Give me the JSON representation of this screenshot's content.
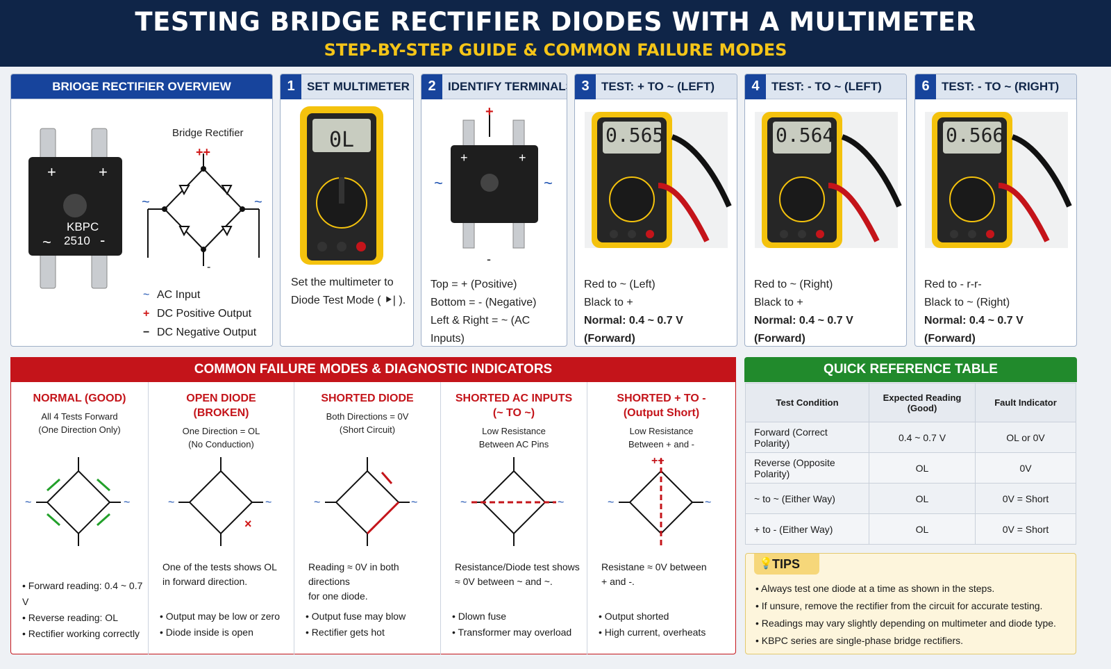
{
  "header": {
    "title": "TESTING BRIDGE RECTIFIER DIODES WITH A MULTIMETER",
    "subtitle": "STEP-BY-STEP GUIDE & COMMON FAILURE MODES"
  },
  "overview": {
    "title": "BRIOGE RECTIFIER OVERVIEW",
    "diagram_label": "Bridge Rectifier",
    "part": "KBPC",
    "part_no": "2510",
    "legend": [
      {
        "sym": "~",
        "text": "AC Input",
        "color": "#1a4fb0"
      },
      {
        "sym": "+",
        "text": "DC Positive Output",
        "color": "#d01818"
      },
      {
        "sym": "−",
        "text": "DC Negative Output",
        "color": "#111"
      }
    ]
  },
  "steps": [
    {
      "num": "1",
      "title": "SET MULTIMETER",
      "reading": "0L",
      "lines": [
        "Set the multimeter to",
        "Diode Test Mode ( ⯈| )."
      ]
    },
    {
      "num": "2",
      "title": "IDENTIFY TERMINALS",
      "lines": [
        "Top = + (Positive)",
        "Bottom = - (Negative)",
        "Left & Right = ~ (AC Inputs)"
      ]
    },
    {
      "num": "3",
      "title": "TEST: + TO ~ (LEFT)",
      "reading": "0.565",
      "lines": [
        "Red to ~ (Left)",
        "Black to +",
        "Normal: 0.4 ~ 0.7 V (Forward)"
      ]
    },
    {
      "num": "4",
      "title": "TEST: - TO ~ (LEFT)",
      "reading": "0.564",
      "lines": [
        "Red to ~ (Right)",
        "Black to +",
        "Normal: 0.4 ~ 0.7 V (Forward)"
      ]
    },
    {
      "num": "6",
      "title": "TEST: - TO ~ (RIGHT)",
      "reading": "0.566",
      "lines": [
        "Red to - r-r-",
        "Black to ~ (Right)",
        "Normal: 0.4 ~ 0.7 V (Forward)"
      ]
    }
  ],
  "failures": {
    "title": "COMMON FAILURE MODES & DIAGNOSTIC INDICATORS",
    "modes": [
      {
        "title": "NORMAL (GOOD)",
        "sub": "All 4 Tests Forward\n(One Direction Only)",
        "desc": "",
        "bullets": [
          "Forward reading: 0.4 ~ 0.7 V",
          "Reverse reading: OL",
          "Rectifier working correctly"
        ]
      },
      {
        "title": "OPEN DIODE\n(BROKEN)",
        "sub": "One Direction = OL\n(No Conduction)",
        "desc": "One of the tests shows OL\nin forward direction.",
        "bullets": [
          "Output may be low or zero",
          "Diode inside is open"
        ]
      },
      {
        "title": "SHORTED DIODE",
        "sub": "Both Directions = 0V\n(Short Circuit)",
        "desc": "Reading ≈ 0V in both directions\nfor one diode.",
        "bullets": [
          "Output fuse may blow",
          "Rectifier gets hot"
        ]
      },
      {
        "title": "SHORTED AC INPUTS\n(~ TO ~)",
        "sub": "Low Resistance\nBetween AC Pins",
        "desc": "Resistance/Diode test shows\n≈ 0V between ~ and ~.",
        "bullets": [
          "Dlown fuse",
          "Transformer may overload"
        ]
      },
      {
        "title": "SHORTED + TO -\n(Output Short)",
        "sub": "Low Resistance\nBetween + and -",
        "desc": "Resistane ≈ 0V between\n+ and -.",
        "bullets": [
          "Output shorted",
          "High current, overheats"
        ]
      }
    ]
  },
  "reference": {
    "title": "QUICK REFERENCE TABLE",
    "headers": [
      "Test Condition",
      "Expected Reading\n(Good)",
      "Fault Indicator"
    ],
    "rows": [
      [
        "Forward (Correct Polarity)",
        "0.4 ~ 0.7 V",
        "OL or 0V"
      ],
      [
        "Reverse (Opposite Polarity)",
        "OL",
        "0V"
      ],
      [
        "~ to ~ (Either Way)",
        "OL",
        "0V = Short"
      ],
      [
        "+ to - (Either Way)",
        "OL",
        "0V = Short"
      ]
    ]
  },
  "tips": {
    "title": "TIPS",
    "items": [
      "Always test one diode at a time as shown in the steps.",
      "If unsure, remove the rectifier from the circuit for accurate testing.",
      "Readings may vary slightly depending on multimeter and diode type.",
      "KBPC series are single-phase bridge rectifiers."
    ]
  },
  "colors": {
    "navy": "#0f2548",
    "yellow": "#f5c518",
    "red": "#c4141a",
    "green": "#218a2c",
    "blue": "#17449c"
  }
}
